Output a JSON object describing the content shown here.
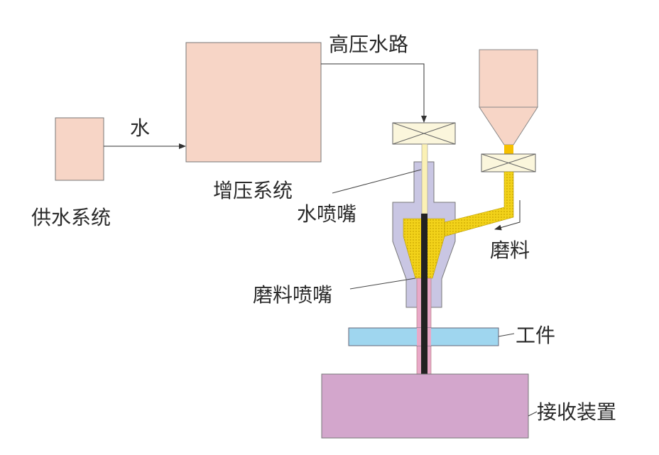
{
  "labels": {
    "high_pressure_water_path": "高压水路",
    "water": "水",
    "booster_system": "增压系统",
    "water_supply_system": "供水系统",
    "water_nozzle": "水喷嘴",
    "abrasive": "磨料",
    "abrasive_nozzle": "磨料喷嘴",
    "workpiece": "工件",
    "receiving_device": "接收装置"
  },
  "colors": {
    "box_fill": "#f7d5c6",
    "valve_fill": "#fbf6dc",
    "nozzle_fill": "#c9c6e3",
    "abrasive_fill": "#f2d21a",
    "jet": "#222222",
    "pink_jet": "#e9a9c8",
    "workpiece": "#9fd6ef",
    "receiver": "#d3a6cc"
  }
}
